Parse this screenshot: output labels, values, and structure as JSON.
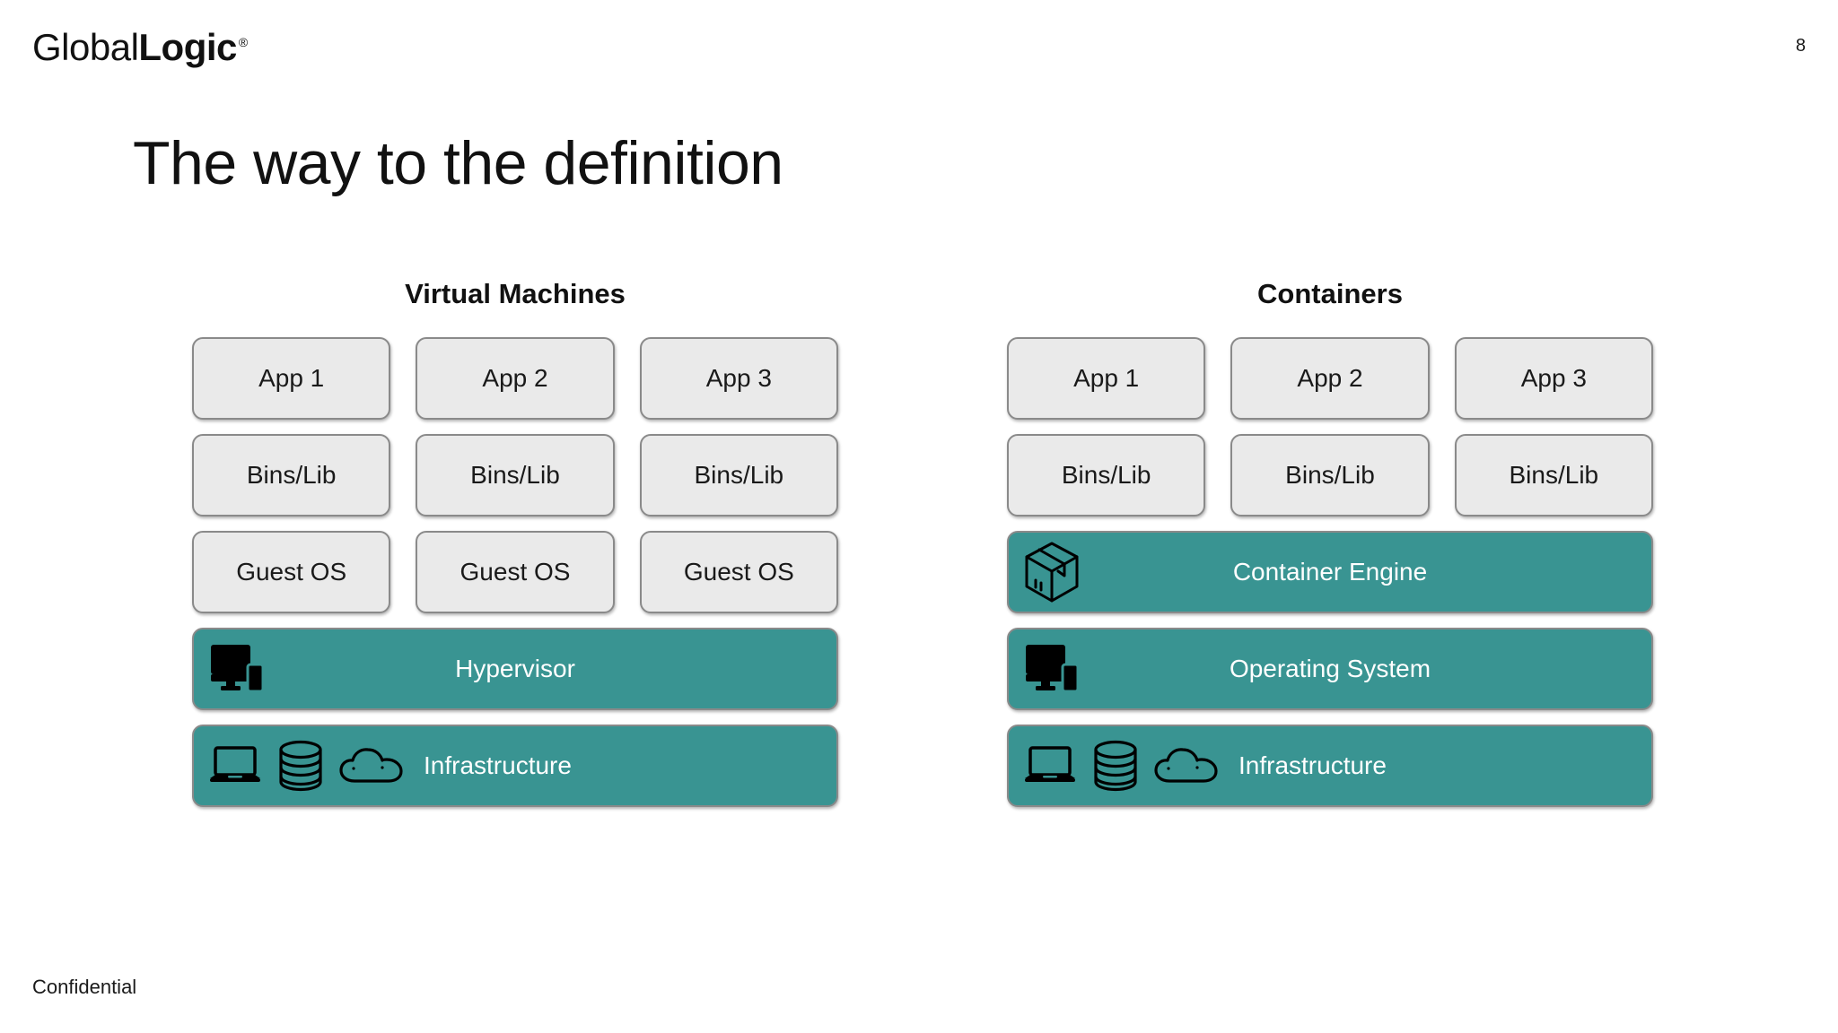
{
  "brand": {
    "logo_light": "Global",
    "logo_bold": "Logic",
    "logo_trademark": "®"
  },
  "header": {
    "page_number": "8",
    "title": "The way to the definition"
  },
  "footer": {
    "confidential": "Confidential"
  },
  "colors": {
    "accent_teal": "#399492",
    "cell_fill": "#eaeaea",
    "cell_border": "#8a8a8a",
    "text_dark": "#111111",
    "text_on_accent": "#ffffff"
  },
  "diagram": {
    "columns": [
      {
        "id": "virtual-machines",
        "title": "Virtual Machines",
        "rows": [
          {
            "type": "cells",
            "items": [
              "App 1",
              "App 2",
              "App 3"
            ]
          },
          {
            "type": "cells",
            "items": [
              "Bins/Lib",
              "Bins/Lib",
              "Bins/Lib"
            ]
          },
          {
            "type": "cells",
            "items": [
              "Guest OS",
              "Guest OS",
              "Guest OS"
            ]
          }
        ],
        "bars": [
          {
            "id": "hypervisor",
            "label": "Hypervisor",
            "align": "center",
            "icons": [
              "monitor-phone-icon"
            ]
          },
          {
            "id": "infrastructure",
            "label": "Infrastructure",
            "align": "inline",
            "icons": [
              "laptop-icon",
              "database-icon",
              "cloud-icon"
            ]
          }
        ]
      },
      {
        "id": "containers",
        "title": "Containers",
        "rows": [
          {
            "type": "cells",
            "items": [
              "App 1",
              "App 2",
              "App 3"
            ]
          },
          {
            "type": "cells",
            "items": [
              "Bins/Lib",
              "Bins/Lib",
              "Bins/Lib"
            ]
          }
        ],
        "bars": [
          {
            "id": "container-engine",
            "label": "Container Engine",
            "align": "center",
            "icons": [
              "package-box-icon"
            ]
          },
          {
            "id": "operating-system",
            "label": "Operating System",
            "align": "center",
            "icons": [
              "monitor-phone-icon"
            ]
          },
          {
            "id": "infrastructure",
            "label": "Infrastructure",
            "align": "inline",
            "icons": [
              "laptop-icon",
              "database-icon",
              "cloud-icon"
            ]
          }
        ]
      }
    ]
  }
}
